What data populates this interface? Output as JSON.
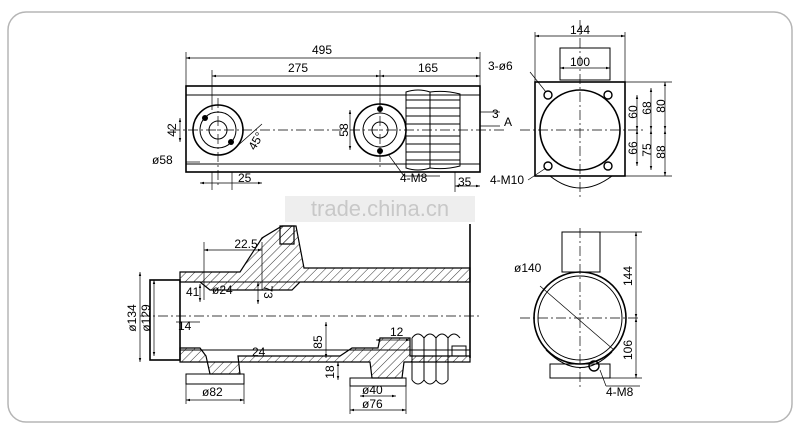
{
  "watermark": "trade.china.cn",
  "top_view": {
    "dims": {
      "overall": "495",
      "mid": "275",
      "right": "165",
      "height_left": "42",
      "dia_left": "ø58",
      "angle": "45°",
      "bottom": "25",
      "hole_h": "58",
      "bolt": "4-M8",
      "tail": "35",
      "offset": "3",
      "arrow": "A"
    }
  },
  "side_view": {
    "dims": {
      "w144": "144",
      "w100": "100",
      "holes": "3-ø6",
      "h60": "60",
      "h68": "68",
      "h80": "80",
      "h66": "66",
      "h75": "75",
      "h88": "88",
      "m10": "4-M10"
    }
  },
  "section_view": {
    "dims": {
      "w225": "22.5",
      "d41": "41",
      "d24": "ø24",
      "d73": "73",
      "d134": "ø134",
      "d129": "ø129",
      "d14": "14",
      "d24b": "24",
      "d85": "85",
      "d12": "12",
      "d18": "18",
      "d82": "ø82",
      "d40": "ø40",
      "d76": "ø76"
    }
  },
  "end_view": {
    "dims": {
      "d140": "ø140",
      "h144": "144",
      "h106": "106",
      "m8": "4-M8"
    }
  }
}
